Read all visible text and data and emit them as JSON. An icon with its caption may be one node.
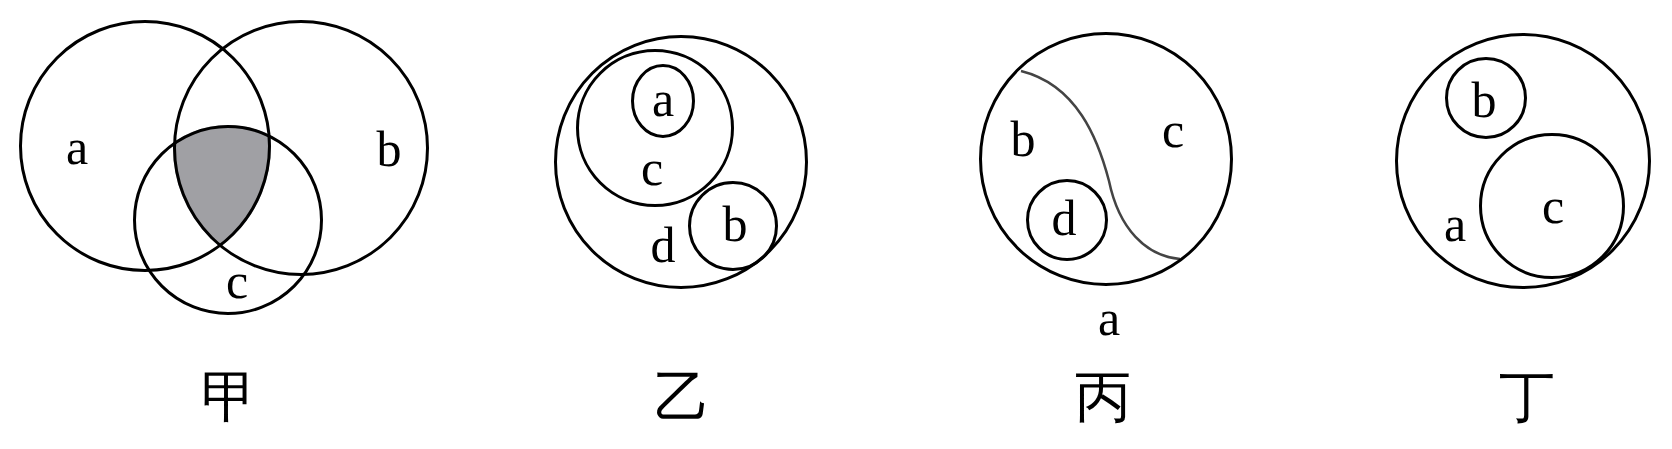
{
  "diagram": {
    "nodes": [
      {
        "text": [
          "a"
        ]
      },
      {
        "text": [
          "b"
        ]
      },
      {
        "text": [
          "c"
        ]
      },
      {
        "text": [
          "d"
        ]
      },
      {
        "text": [
          "c"
        ],
        "in": 3
      },
      {
        "text": [
          "a"
        ],
        "in": 4
      },
      {
        "text": [
          "b"
        ],
        "in": 3
      },
      {
        "text": [
          "a"
        ]
      },
      {
        "text": [
          "d"
        ],
        "in": 7
      },
      {
        "text": [
          "a"
        ]
      },
      {
        "text": [
          "b"
        ],
        "in": 9
      },
      {
        "text": [
          "c"
        ],
        "in": 9
      },
      {
        "text": [],
        "shape": "lens"
      }
    ],
    "edges": [],
    "labels": [
      "b",
      "c",
      "甲",
      "乙",
      "丙",
      "丁"
    ]
  }
}
